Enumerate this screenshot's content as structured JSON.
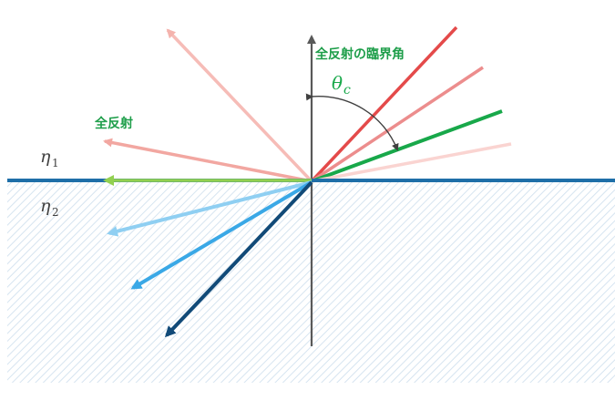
{
  "colors": {
    "interface": "#1f6fa8",
    "lower_medium_stripe": "#d6e4f0",
    "axis": "#595959",
    "critical_ray": "#18a84a",
    "surface_ray": "#92d050",
    "angle_arc": "#404040",
    "label_green": "#1e9e4a"
  },
  "labels": {
    "critical_angle_title": "全反射の臨界角",
    "total_reflection": "全反射",
    "theta_symbol": "θ",
    "theta_subscript": "c",
    "eta_symbol": "η",
    "eta_upper_subscript": "1",
    "eta_lower_subscript": "2"
  }
}
